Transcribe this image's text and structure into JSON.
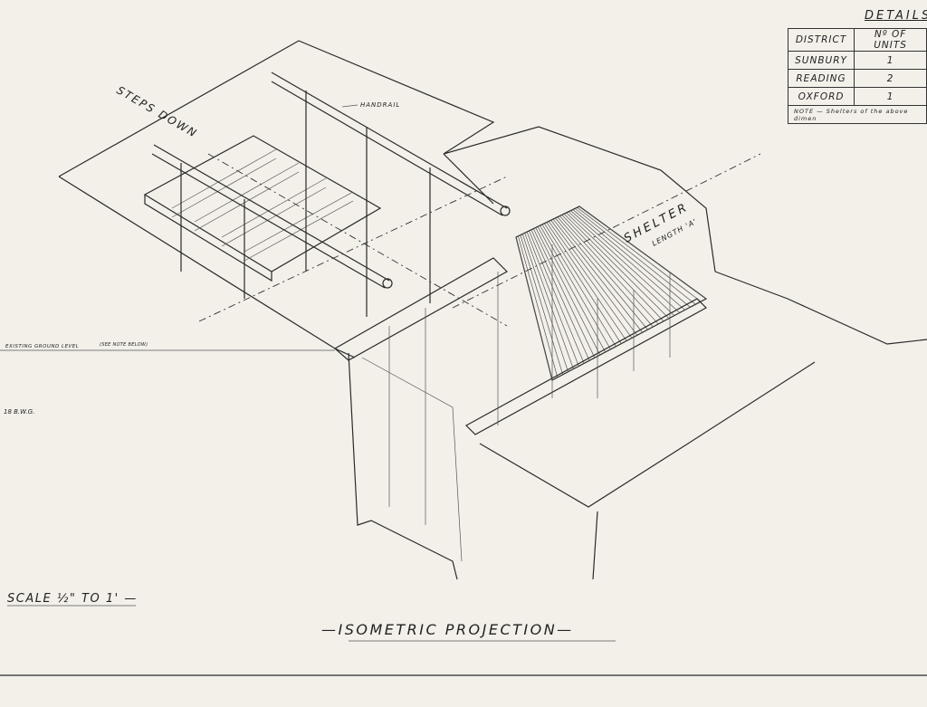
{
  "details": {
    "title": "DETAILS",
    "headers": [
      "DISTRICT",
      "Nº OF UNITS"
    ],
    "rows": [
      {
        "district": "SUNBURY",
        "units": "1"
      },
      {
        "district": "READING",
        "units": "2"
      },
      {
        "district": "OXFORD",
        "units": "1"
      }
    ],
    "note": "NOTE — Shelters of the above dimen"
  },
  "labels": {
    "steps_down": "STEPS DOWN",
    "handrail": "HANDRAIL",
    "shelter": "SHELTER",
    "length": "LENGTH 'A'",
    "ground_level": "EXISTING GROUND LEVEL",
    "ground_note": "(SEE NOTE BELOW)",
    "gauge": "18 B.W.G.",
    "scale": "SCALE ½\" TO 1' —",
    "title": "—ISOMETRIC PROJECTION—"
  }
}
